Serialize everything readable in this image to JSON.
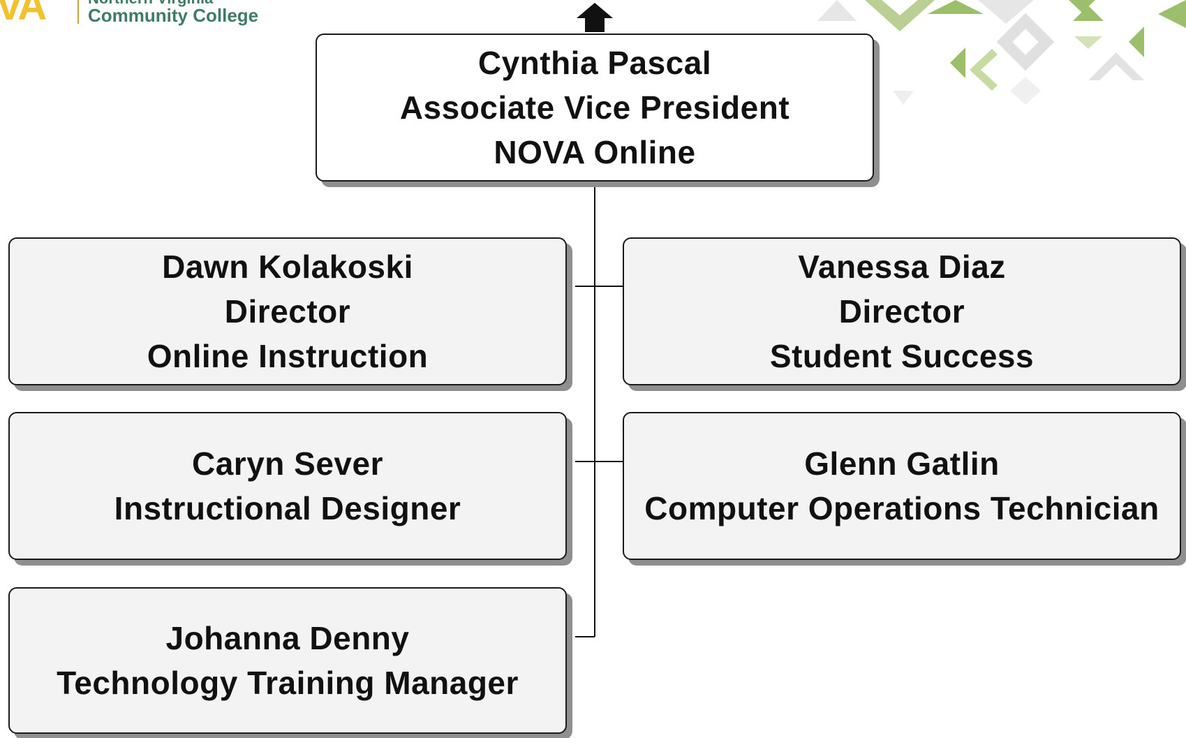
{
  "logo": {
    "mark": "VA",
    "line1": "Northern Virginia",
    "line2": "Community College",
    "colors": {
      "mark": "#f2c12e",
      "text": "#3f7c68"
    }
  },
  "org_chart": {
    "root": {
      "name": "Cynthia Pascal",
      "title": "Associate Vice President",
      "unit": "NOVA Online"
    },
    "reports": [
      {
        "name": "Dawn Kolakoski",
        "title": "Director",
        "unit": "Online Instruction"
      },
      {
        "name": "Vanessa Diaz",
        "title": "Director",
        "unit": "Student Success"
      },
      {
        "name": "Caryn Sever",
        "title": "Instructional Designer"
      },
      {
        "name": "Glenn Gatlin",
        "title": "Computer Operations Technician"
      },
      {
        "name": "Johanna Denny",
        "title": "Technology Training Manager"
      }
    ]
  },
  "colors": {
    "box_fill": "#f3f3f3",
    "box_border": "#1a1a1a",
    "shadow": "#8f8f8f",
    "pattern_green": "#9bbf6a",
    "pattern_light": "#e4e4e4"
  },
  "icons": {
    "parent_link": "up-arrow-icon"
  }
}
